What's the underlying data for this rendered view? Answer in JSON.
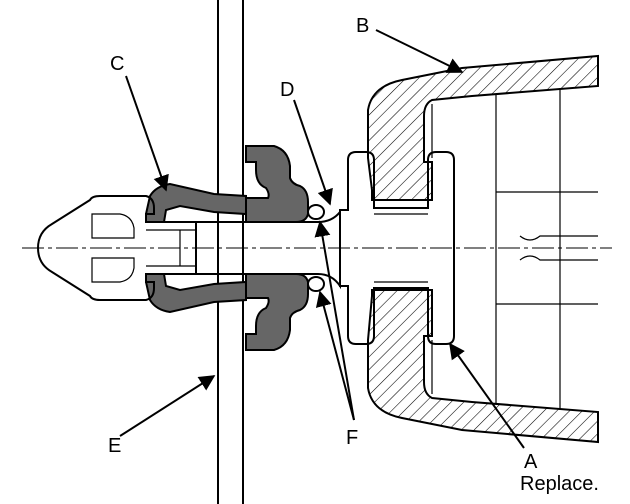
{
  "diagram": {
    "labels": {
      "a": "A",
      "b": "B",
      "c": "C",
      "d": "D",
      "e": "E",
      "f": "F"
    },
    "note": "Replace.",
    "colors": {
      "line": "#000000",
      "seal_fill": "#666666",
      "background": "#ffffff"
    }
  }
}
